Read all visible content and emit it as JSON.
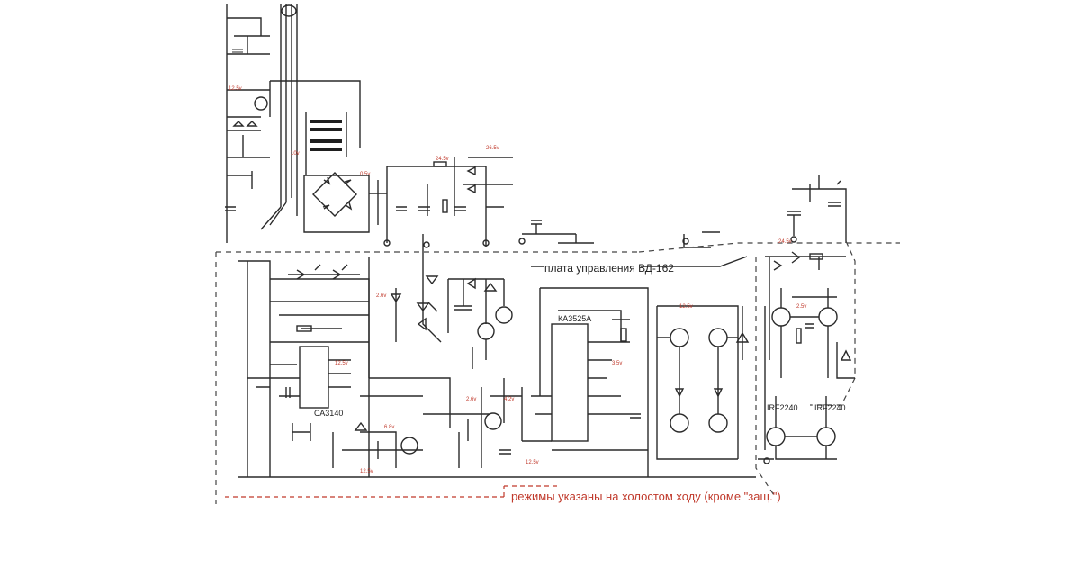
{
  "labels": {
    "control_board": "плата управления ВД-162",
    "note": "режимы указаны на холостом ходу (кроме \"защ.\")",
    "chip_controller": "КА3525А",
    "chip_opamp": "СА3140",
    "mosfet_left": "IRF2240",
    "mosfet_right": "IRF2240"
  },
  "voltages": [
    "12.5v",
    "10v",
    "0.5v",
    "24.5v",
    "26.5v",
    "24.5v",
    "2.6v",
    "6.8v",
    "12.5v",
    "4.2v",
    "3.5v",
    "2.6v",
    "12.5v",
    "12.5v",
    "12.5v",
    "2.5v"
  ],
  "colors": {
    "wire": "#2a2a2a",
    "annotation": "#c0392b",
    "background": "#ffffff"
  }
}
